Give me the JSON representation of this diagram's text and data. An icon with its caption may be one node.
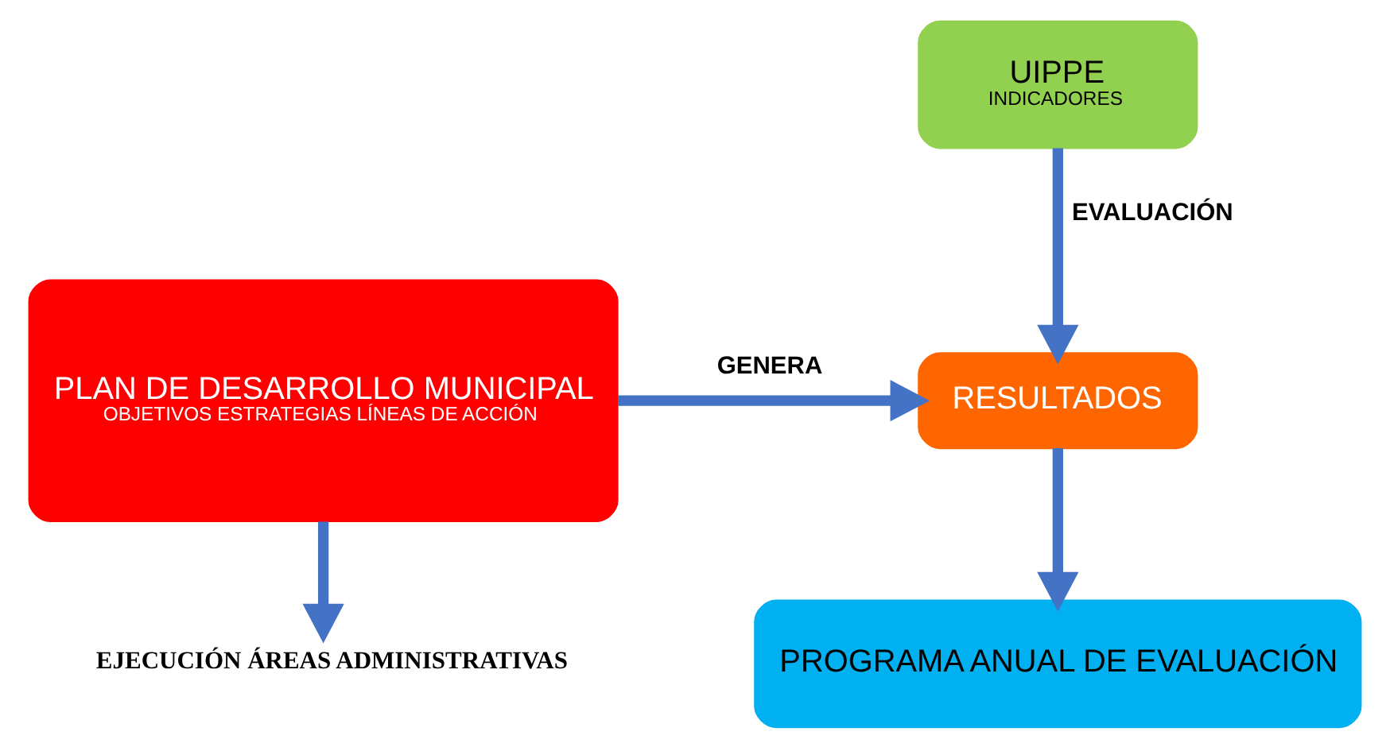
{
  "diagram": {
    "nodes": [
      {
        "text": [
          "PLAN DE DESARROLLO MUNICIPAL",
          "OBJETIVOS ESTRATEGIAS LÍNEAS DE ACCIÓN"
        ]
      },
      {
        "text": [
          "UIPPE",
          "INDICADORES"
        ]
      },
      {
        "text": [
          "RESULTADOS"
        ]
      },
      {
        "text": [
          "PROGRAMA ANUAL DE EVALUACIÓN"
        ]
      },
      {
        "text": [
          "EJECUCIÓN ÁREAS ADMINISTRATIVAS"
        ]
      }
    ],
    "edges": [
      {
        "from": 0,
        "to": 2,
        "arrow": "to",
        "label": "GENERA"
      },
      {
        "from": 1,
        "to": 2,
        "arrow": "to",
        "label": "EVALUACIÓN"
      },
      {
        "from": 2,
        "to": 3,
        "arrow": "to"
      },
      {
        "from": 0,
        "to": 4,
        "arrow": "to"
      }
    ]
  }
}
